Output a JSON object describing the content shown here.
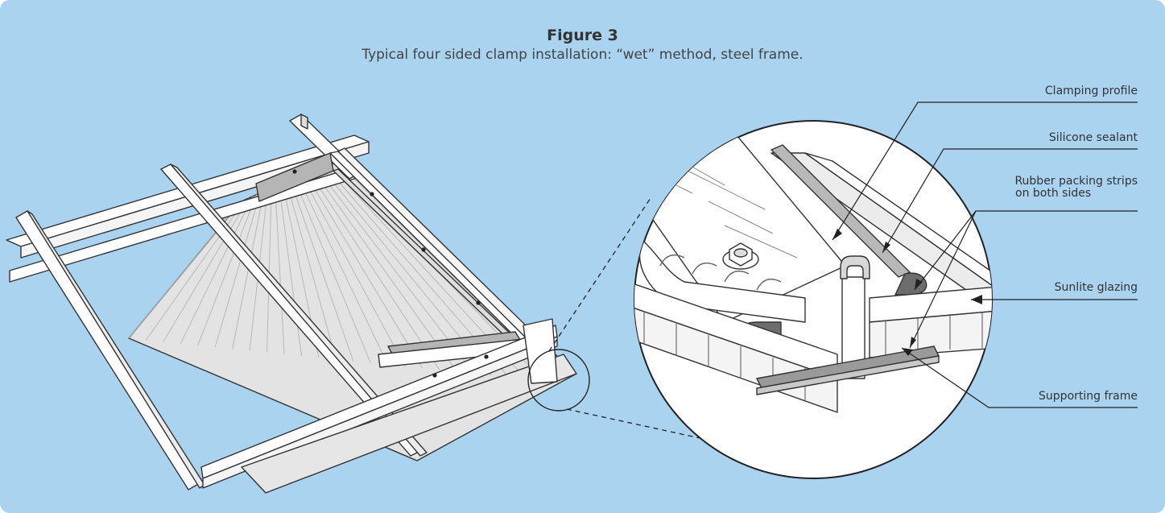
{
  "figure": {
    "title": "Figure 3",
    "subtitle": "Typical four sided clamp installation: “wet” method, steel frame."
  },
  "callouts": [
    {
      "id": "clamping-profile",
      "text": "Clamping profile"
    },
    {
      "id": "silicone-sealant",
      "text": "Silicone sealant"
    },
    {
      "id": "rubber-packing",
      "line1": "Rubber packing strips",
      "line2": "on both sides"
    },
    {
      "id": "sunlite-glazing",
      "text": "Sunlite glazing"
    },
    {
      "id": "supporting-frame",
      "text": "Supporting frame"
    }
  ],
  "colors": {
    "background": "#a9d3ef",
    "frame": "#ffffff",
    "outline": "#333333",
    "shade": "#b5b5b5",
    "sheet": "#e3e3e3"
  }
}
